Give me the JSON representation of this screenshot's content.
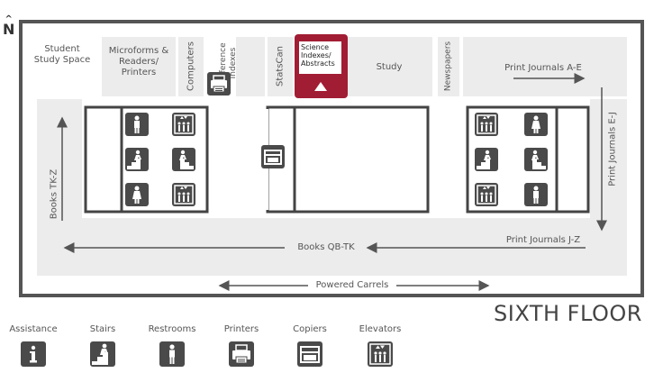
{
  "compass": {
    "letter": "N"
  },
  "floor_title": "SIXTH FLOOR",
  "areas": {
    "student_study_space": "Student Study Space",
    "microforms": "Microforms & Readers/ Printers",
    "computers": "Computers",
    "reference_indexes": "Reference Indexes",
    "statscan": "StatsCan",
    "science_indexes": "Science Indexes/ Abstracts",
    "study": "Study",
    "newspapers": "Newspapers",
    "print_journals_ae": "Print Journals A-E",
    "print_journals_ej": "Print Journals E-J",
    "print_journals_jz": "Print Journals J-Z",
    "books_qb_tk": "Books QB-TK",
    "books_tk_z": "Books TK-Z",
    "powered_carrels": "Powered Carrels"
  },
  "legend": [
    {
      "label": "Assistance",
      "icon": "info-icon"
    },
    {
      "label": "Stairs",
      "icon": "stairs-icon"
    },
    {
      "label": "Restrooms",
      "icon": "restroom-icon"
    },
    {
      "label": "Printers",
      "icon": "printer-icon"
    },
    {
      "label": "Copiers",
      "icon": "copier-icon"
    },
    {
      "label": "Elevators",
      "icon": "elevator-icon"
    }
  ],
  "colors": {
    "highlight": "#a11d33",
    "icon": "#4a4a4a",
    "zone": "#ececec",
    "wall": "#555555"
  }
}
